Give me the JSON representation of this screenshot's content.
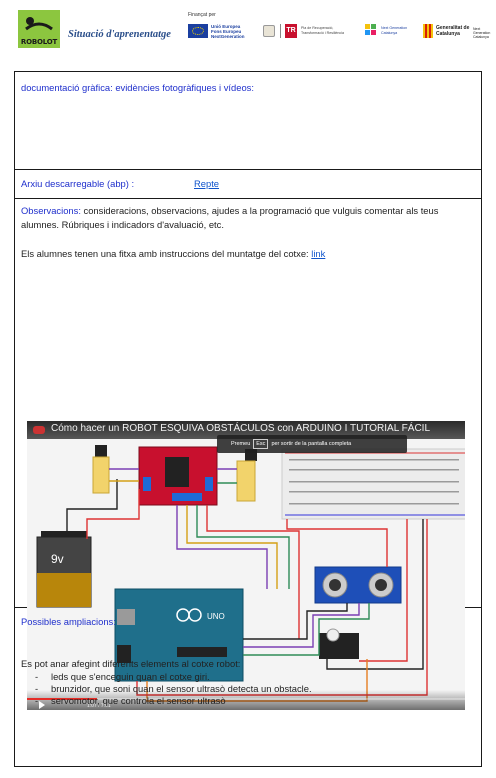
{
  "header": {
    "logo_text": "ROBOLOT",
    "title": "Situació d'aprenentatge",
    "funded_label": "Finançat per",
    "eu_text": "Unió Europea Fons Europeu NextGeneration",
    "tr_text": "Pla de Recuperació, Transformació i Resiliència",
    "ng_text": "Next Generation Catalunya",
    "gc_text": "Generalitat de Catalunya",
    "gc_small": "Next Generation Catalunya"
  },
  "sections": {
    "docs_label": "documentació gràfica: evidències fotogràfiques i vídeos:",
    "download_label": "Arxiu descarregable (abp) :",
    "download_link": "Repte",
    "obs_label": "Observacions:",
    "obs_text": " consideracions, observacions, ajudes a la programació que vulguis comentar als teus alumnes. Rúbriques i indicadors d'avaluació, etc.",
    "obs_sentence": "Els alumnes tenen una fitxa amb instruccions del muntatge del cotxe: ",
    "obs_link": "link",
    "ext_label": "Possibles ampliacions:",
    "ext_intro": "Es pot anar afegint diferents elements al cotxe robot:",
    "ext_items": [
      "leds que s'enceguin quan el cotxe giri.",
      "brunzidor, que soni quan el sensor ultrasò detecta un obstacle.",
      "servomotor, que controla el sensor ultrasò"
    ]
  },
  "video": {
    "title": "Cómo hacer un ROBOT ESQUIVA OBSTÁCULOS con ARDUINO I TUTORIAL FÁCIL",
    "esc_prefix": "Premeu",
    "esc_key": "Esc",
    "esc_suffix": "per sortir de la pantalla completa",
    "time": "1:07 / 7:01",
    "progress": 0.16,
    "battery_label": "9v",
    "board_label": "UNO"
  },
  "colors": {
    "accent_blue": "#1f2fcc",
    "link": "#1155cc",
    "logo_green": "#8cc63f",
    "title_blue": "#2a4e8a"
  }
}
